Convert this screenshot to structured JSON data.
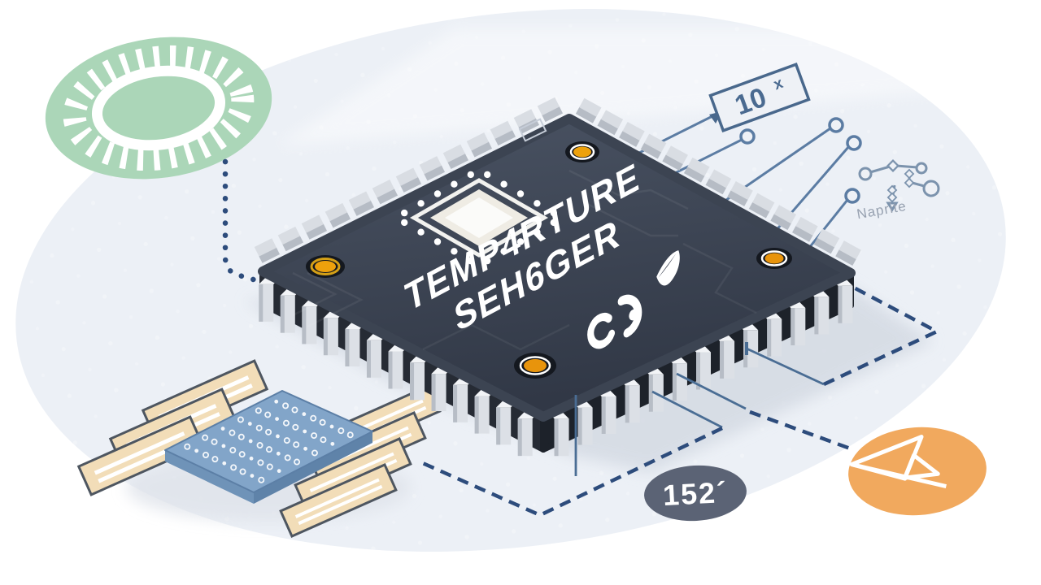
{
  "illustration": {
    "chip": {
      "title_line1": "TEMP4RTURE",
      "title_line2": "SEH6GER"
    },
    "callouts": {
      "multiplier_box": {
        "base": "10",
        "exponent": "x"
      },
      "temperature_badge": {
        "value": "152´"
      },
      "molecule": {
        "label": "Naprite"
      }
    },
    "colors": {
      "background_blob": "#ecf0f6",
      "chip_top": "#414a58",
      "chip_side_left": "#262b34",
      "chip_side_right": "#1d222a",
      "pin_light": "#dde1e7",
      "hole_gold": "#eda10c",
      "accent_green": "#abd6b8",
      "accent_orange": "#f1a95e",
      "plate_blue": "#82a5c9",
      "pad_beige": "#f2ddb8",
      "line_steel": "#5b7ca3",
      "line_dash": "#2d4c7c",
      "badge_gray": "#5b6375"
    }
  }
}
